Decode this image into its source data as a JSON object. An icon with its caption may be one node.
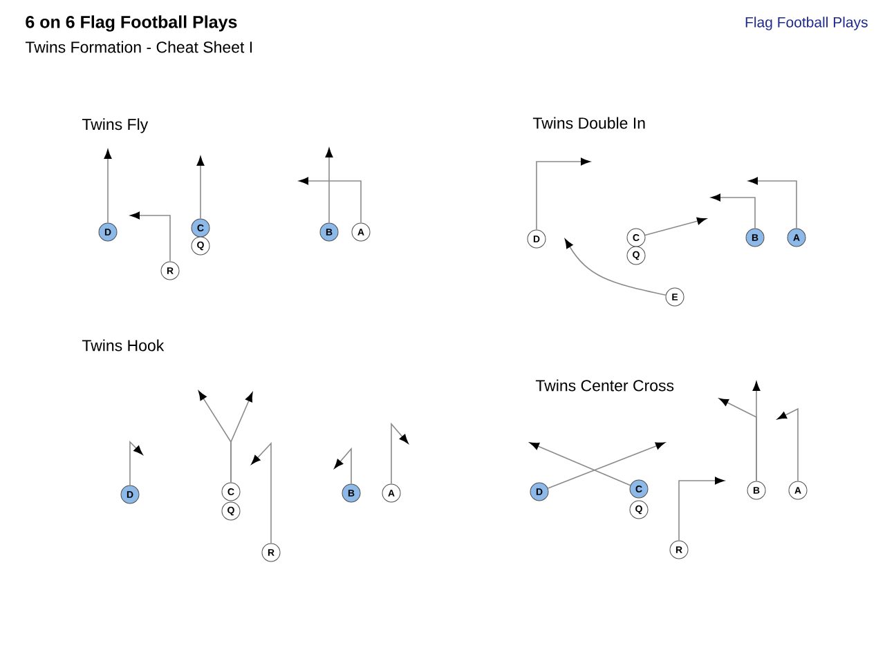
{
  "diagram": {
    "title": "6 on 6 Flag Football Plays",
    "nodes": [
      {
        "text": [
          "D"
        ]
      },
      {
        "text": [
          "C"
        ]
      },
      {
        "text": [
          "Q"
        ]
      },
      {
        "text": [
          "R"
        ]
      },
      {
        "text": [
          "B"
        ]
      },
      {
        "text": [
          "A"
        ]
      },
      {
        "text": [
          "D"
        ]
      },
      {
        "text": [
          "C"
        ]
      },
      {
        "text": [
          "Q"
        ]
      },
      {
        "text": [
          "E"
        ]
      },
      {
        "text": [
          "B"
        ]
      },
      {
        "text": [
          "A"
        ]
      },
      {
        "text": [
          "D"
        ]
      },
      {
        "text": [
          "C"
        ]
      },
      {
        "text": [
          "Q"
        ]
      },
      {
        "text": [
          "R"
        ]
      },
      {
        "text": [
          "B"
        ]
      },
      {
        "text": [
          "A"
        ]
      },
      {
        "text": [
          "D"
        ]
      },
      {
        "text": [
          "C"
        ]
      },
      {
        "text": [
          "Q"
        ]
      },
      {
        "text": [
          "R"
        ]
      },
      {
        "text": [
          "B"
        ]
      },
      {
        "text": [
          "A"
        ]
      }
    ],
    "edges": [
      {
        "from": 0,
        "to": null,
        "arrow": "to"
      },
      {
        "from": 1,
        "to": null,
        "arrow": "to"
      },
      {
        "from": 3,
        "to": null,
        "arrow": "to"
      },
      {
        "from": 4,
        "to": null,
        "arrow": "to"
      },
      {
        "from": 5,
        "to": null,
        "arrow": "to"
      },
      {
        "from": 6,
        "to": null,
        "arrow": "to"
      },
      {
        "from": 7,
        "to": null,
        "arrow": "to"
      },
      {
        "from": 9,
        "to": null,
        "arrow": "to"
      },
      {
        "from": 10,
        "to": null,
        "arrow": "to"
      },
      {
        "from": 11,
        "to": null,
        "arrow": "to"
      },
      {
        "from": 12,
        "to": null,
        "arrow": "to"
      },
      {
        "from": 13,
        "to": null,
        "arrow": "to"
      },
      {
        "from": 13,
        "to": null,
        "arrow": "to"
      },
      {
        "from": 15,
        "to": null,
        "arrow": "to"
      },
      {
        "from": 16,
        "to": null,
        "arrow": "to"
      },
      {
        "from": 17,
        "to": null,
        "arrow": "to"
      },
      {
        "from": 18,
        "to": null,
        "arrow": "to"
      },
      {
        "from": 19,
        "to": null,
        "arrow": "to"
      },
      {
        "from": 21,
        "to": null,
        "arrow": "to"
      },
      {
        "from": 22,
        "to": null,
        "arrow": "to"
      },
      {
        "from": 22,
        "to": null,
        "arrow": "to"
      },
      {
        "from": 23,
        "to": null,
        "arrow": "to"
      }
    ],
    "labels": [
      "Flag Football Plays",
      "Twins Formation - Cheat Sheet I",
      "Twins Fly",
      "Twins Double In",
      "Twins Hook",
      "Twins Center Cross"
    ]
  }
}
